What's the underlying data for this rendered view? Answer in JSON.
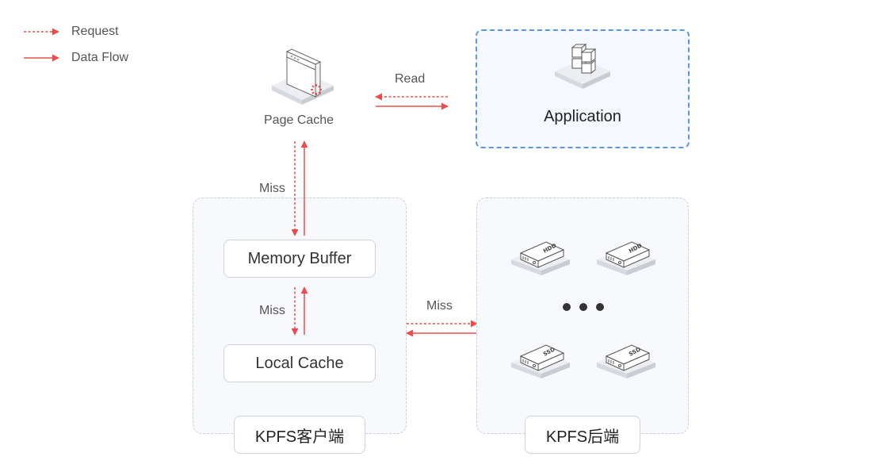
{
  "legend": {
    "items": [
      {
        "style": "dashed",
        "label": "Request"
      },
      {
        "style": "solid",
        "label": "Data Flow"
      }
    ]
  },
  "colors": {
    "arrow": "#ef4b4b",
    "app_border": "#5b95e6",
    "app_fill": "#f5f8fe",
    "group_border": "#c9cfdf",
    "group_fill": "#f8f9fc",
    "text": "#333333"
  },
  "page_cache": {
    "label": "Page Cache",
    "icon": "browser-window-icon"
  },
  "application": {
    "label": "Application",
    "icon": "cubes-icon"
  },
  "arrows": {
    "read_label": "Read",
    "miss_1_label": "Miss",
    "miss_2_label": "Miss",
    "miss_3_label": "Miss"
  },
  "client": {
    "title": "KPFS客户端",
    "nodes": [
      {
        "label": "Memory Buffer"
      },
      {
        "label": "Local Cache"
      }
    ]
  },
  "backend": {
    "title": "KPFS后端",
    "disks": [
      {
        "type": "HDD",
        "label": "HDD"
      },
      {
        "type": "HDD",
        "label": "HDD"
      },
      {
        "type": "SSD",
        "label": "SSD"
      },
      {
        "type": "SSD",
        "label": "SSD"
      }
    ],
    "ellipsis": "• • •"
  }
}
